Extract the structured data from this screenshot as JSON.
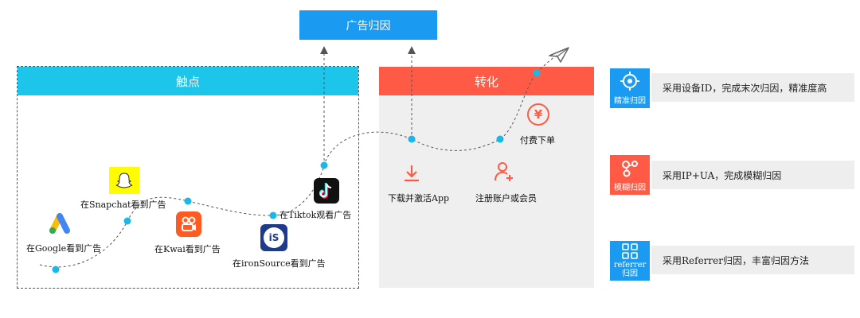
{
  "attribution": {
    "title": "广告归因"
  },
  "touchpoints": {
    "title": "触点",
    "items": [
      {
        "label": "在Google看到广告",
        "icon": "google-ads-icon"
      },
      {
        "label": "在Snapchat看到广告",
        "icon": "snapchat-icon"
      },
      {
        "label": "在Kwai看到广告",
        "icon": "kwai-icon"
      },
      {
        "label": "在ironSource看到广告",
        "icon": "ironsource-icon"
      },
      {
        "label": "在Tiktok观看广告",
        "icon": "tiktok-icon"
      }
    ]
  },
  "conversion": {
    "title": "转化",
    "items": [
      {
        "label": "下载并激活App",
        "icon": "download-icon"
      },
      {
        "label": "注册账户或会员",
        "icon": "add-user-icon"
      },
      {
        "label": "付费下单",
        "icon": "yen-icon"
      }
    ]
  },
  "methods": [
    {
      "name": "精准归因",
      "description": "采用设备ID，完成末次归因，精准度高",
      "color": "#1a9af0",
      "icon": "crosshair-icon"
    },
    {
      "name": "模糊归因",
      "description": "采用IP+UA，完成模糊归因",
      "color": "#ff5a45",
      "icon": "nodes-icon"
    },
    {
      "name_line1": "referrer",
      "name_line2": "归因",
      "description": "采用Referrer归因，丰富归因方法",
      "color": "#1a9af0",
      "icon": "grid-icon"
    }
  ],
  "colors": {
    "blue": "#1a9af0",
    "cyan": "#1ec5ea",
    "red": "#ff5a45",
    "dot": "#19b8e8"
  }
}
